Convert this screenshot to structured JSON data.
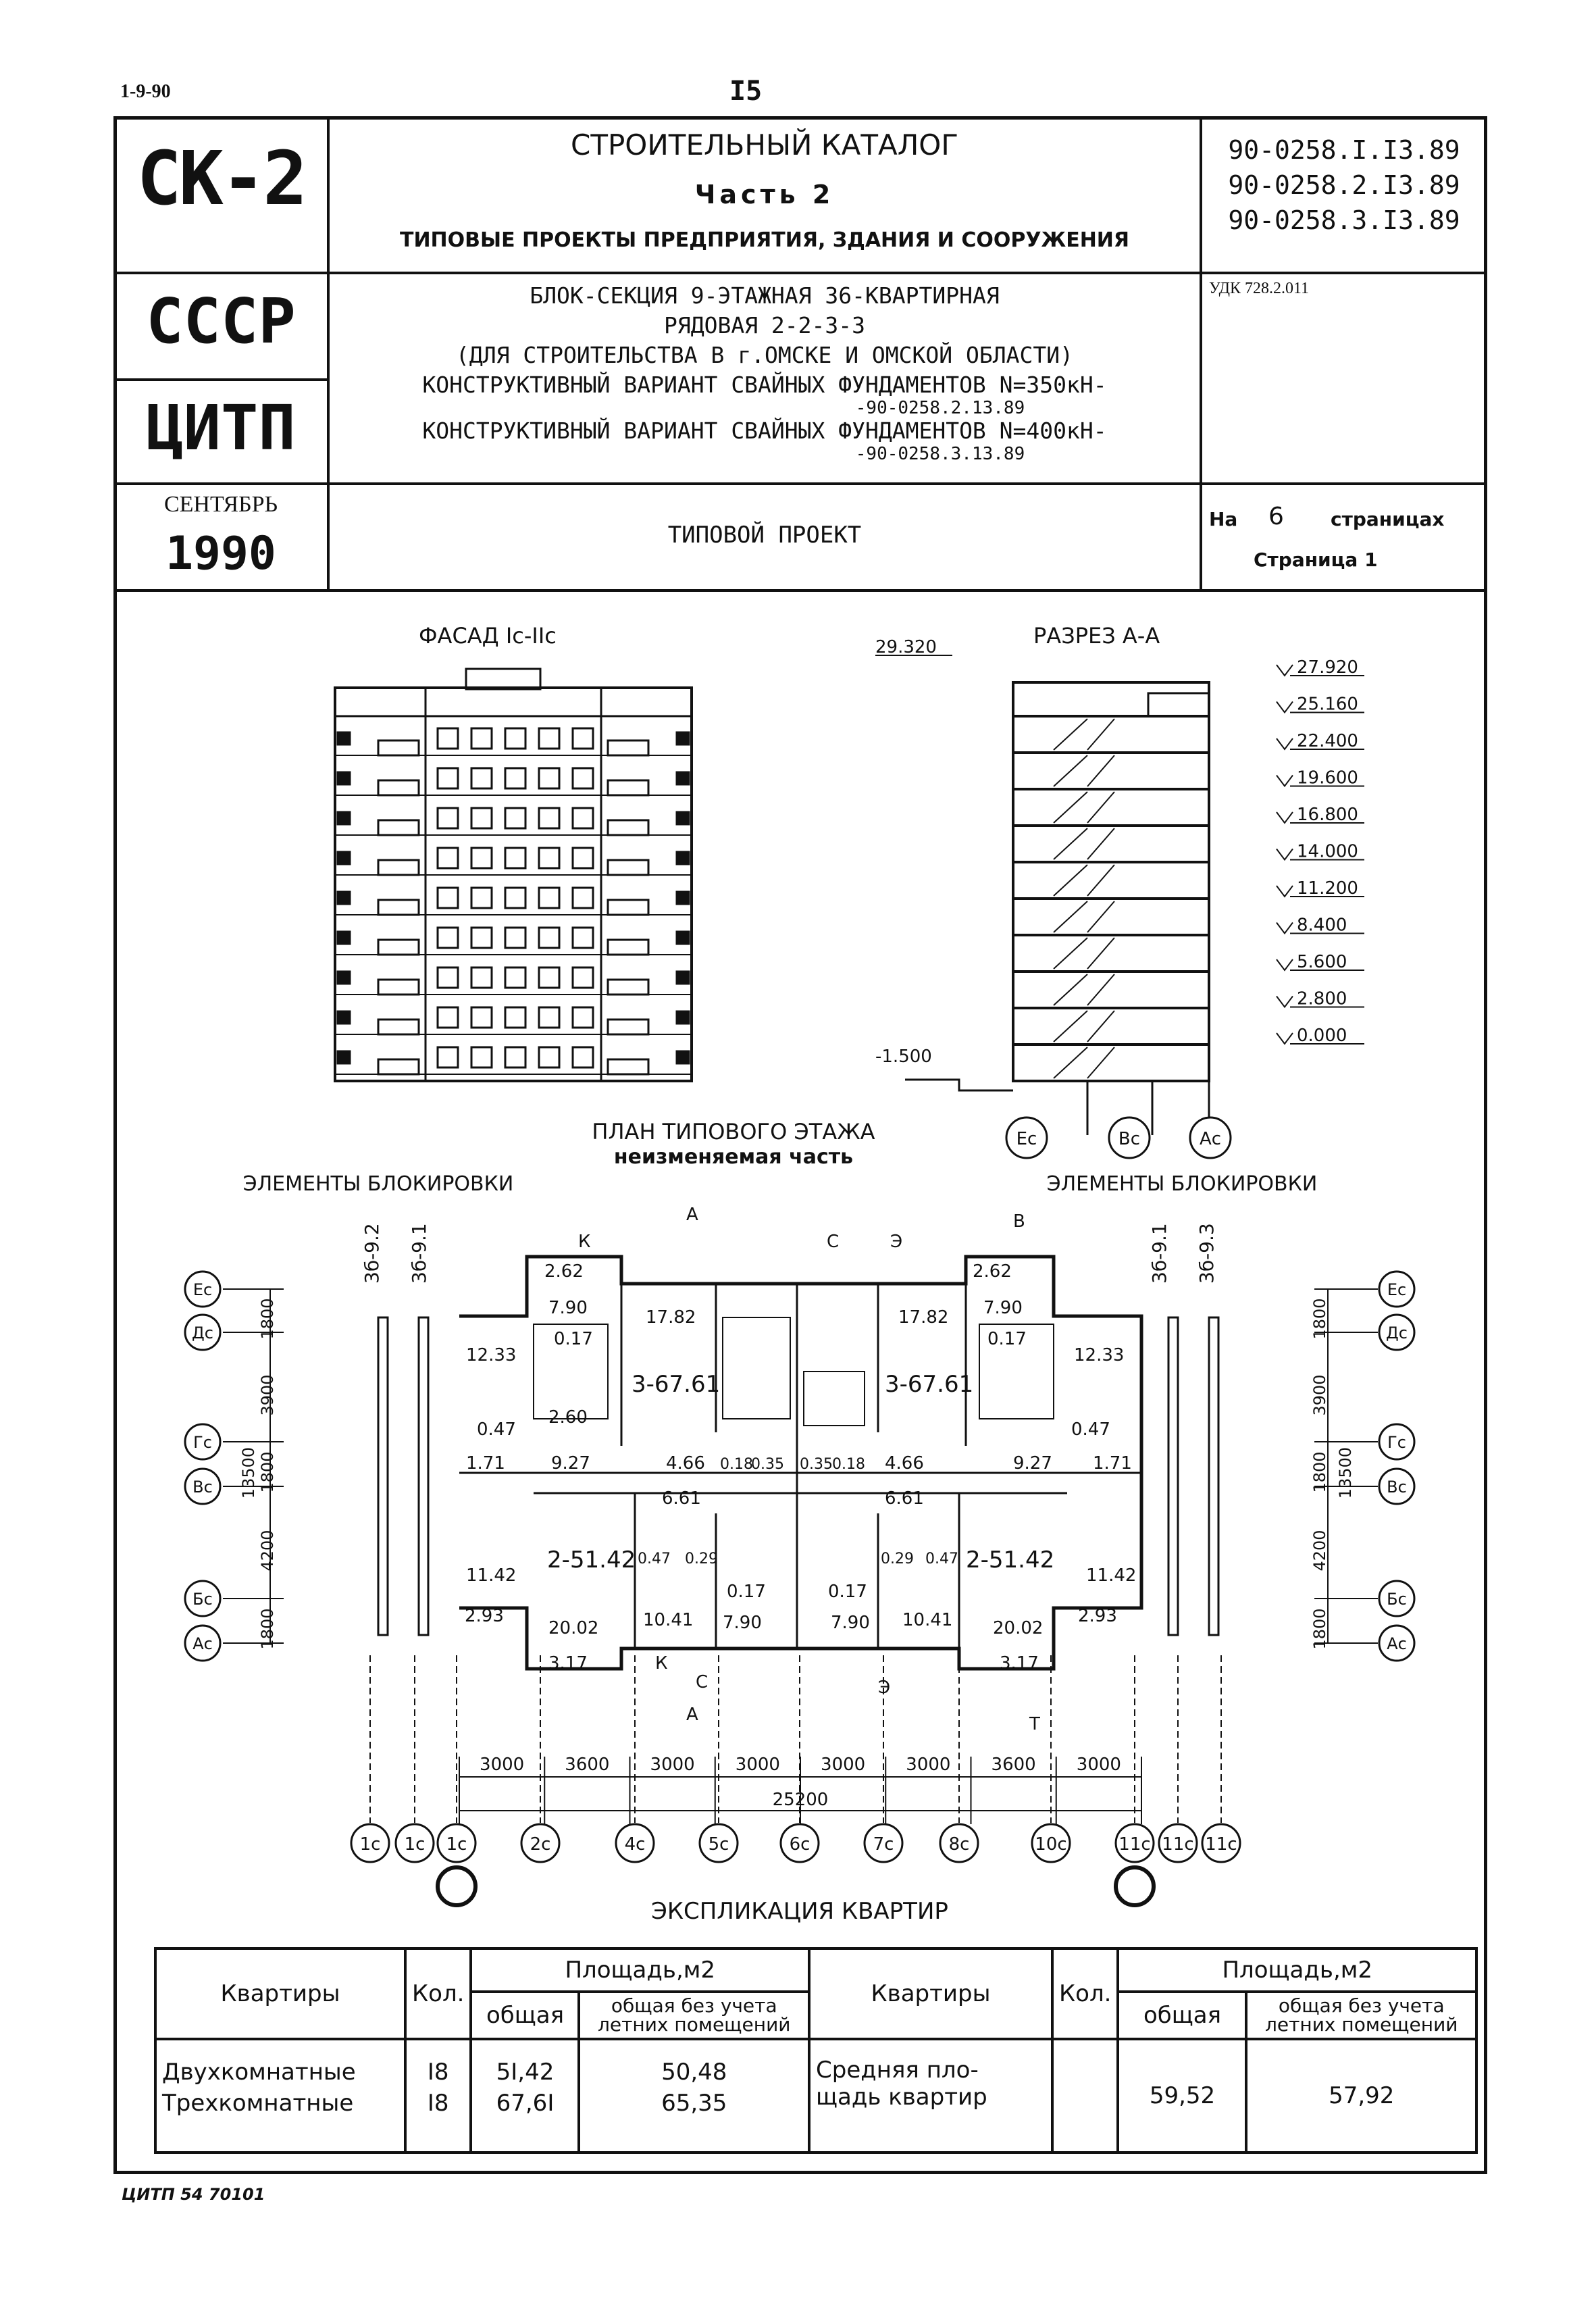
{
  "top": {
    "code": "1-9-90",
    "page_num": "I5"
  },
  "logo": {
    "text": "СК-2",
    "country": "СССР",
    "org": "ЦИТП",
    "month": "СЕНТЯБРЬ",
    "year": "1990"
  },
  "header": {
    "catalog": "СТРОИТЕЛЬНЫЙ КАТАЛОГ",
    "part": "Часть 2",
    "subtitle": "ТИПОВЫЕ ПРОЕКТЫ ПРЕДПРИЯТИЯ, ЗДАНИЯ И СООРУЖЕНИЯ",
    "codes": [
      "90-0258.I.I3.89",
      "90-0258.2.I3.89",
      "90-0258.3.I3.89"
    ],
    "udk": "УДК 728.2.011",
    "title_lines": [
      "БЛОК-СЕКЦИЯ 9-ЭТАЖНАЯ 36-КВАРТИРНАЯ",
      "РЯДОВАЯ 2-2-3-3",
      "(ДЛЯ СТРОИТЕЛЬСТВА В г.ОМСКЕ И ОМСКОЙ ОБЛАСТИ)",
      "КОНСТРУКТИВНЫЙ ВАРИАНТ СВАЙНЫХ ФУНДАМЕНТОВ N=350кН-",
      "-90-0258.2.13.89",
      "КОНСТРУКТИВНЫЙ ВАРИАНТ СВАЙНЫХ ФУНДАМЕНТОВ N=400кН-",
      "-90-0258.3.13.89"
    ],
    "project_type": "ТИПОВОЙ ПРОЕКТ",
    "pages_prefix": "На",
    "pages_count": "6",
    "pages_suffix": "страницах",
    "page_label": "Страница 1"
  },
  "drawings": {
    "facade_title": "ФАСАД Iс-IIс",
    "section_title": "РАЗРЕЗ А-А",
    "top_mark": "29.320",
    "ground_mark": "-1.500",
    "levels": [
      "27.920",
      "25.160",
      "22.400",
      "19.600",
      "16.800",
      "14.000",
      "11.200",
      "8.400",
      "5.600",
      "2.800",
      "0.000"
    ],
    "section_axes": [
      "Ес",
      "Вс",
      "Ас"
    ],
    "plan_title": "ПЛАН ТИПОВОГО ЭТАЖА",
    "plan_subtitle": "неизменяемая часть",
    "block_elements": "ЭЛЕМЕНТЫ БЛОКИРОВКИ",
    "block_left": [
      "3б-9.2",
      "3б-9.1"
    ],
    "block_right": [
      "3б-9.1",
      "3б-9.3"
    ],
    "row_axes": [
      "Ес",
      "Дс",
      "Гс",
      "Вс",
      "Бс",
      "Ас"
    ],
    "row_dims": [
      "1800",
      "3900",
      "1800",
      "4200",
      "1800"
    ],
    "row_total": "13500",
    "col_dims": [
      "3000",
      "3600",
      "3000",
      "3000",
      "3000",
      "3000",
      "3600",
      "3000"
    ],
    "col_total": "25200",
    "col_axes": [
      "1с",
      "1с",
      "1с",
      "2с",
      "4с",
      "5с",
      "6с",
      "7с",
      "8с",
      "10с",
      "11с",
      "11с",
      "11с"
    ],
    "apt3": "3-67.61",
    "apt2": "2-51.42",
    "rooms": [
      "2.62",
      "7.90",
      "0.17",
      "17.82",
      "12.33",
      "2.60",
      "0.47",
      "1.71",
      "9.27",
      "4.66",
      "6.61",
      "0.18",
      "0.35",
      "11.42",
      "2.93",
      "20.02",
      "3.17",
      "0.47",
      "0.29",
      "10.41",
      "7.90",
      "0.17"
    ],
    "markers": [
      "К",
      "А",
      "С",
      "Э",
      "В",
      "Т"
    ]
  },
  "explication": {
    "title": "ЭКСПЛИКАЦИЯ КВАРТИР",
    "h_apts": "Квартиры",
    "h_qty": "Кол.",
    "h_area": "Площадь,м2",
    "h_total": "общая",
    "h_nosummer": "общая без учета летних помещений",
    "rows": [
      {
        "name": "Двухкомнатные",
        "qty": "I8",
        "total": "5I,42",
        "nosummer": "50,48"
      },
      {
        "name": "Трехкомнатные",
        "qty": "I8",
        "total": "67,6I",
        "nosummer": "65,35"
      }
    ],
    "avg_label": "Средняя пло- щадь квартир",
    "avg_total": "59,52",
    "avg_nosummer": "57,92"
  },
  "footer": "ЦИТП 54 70101"
}
